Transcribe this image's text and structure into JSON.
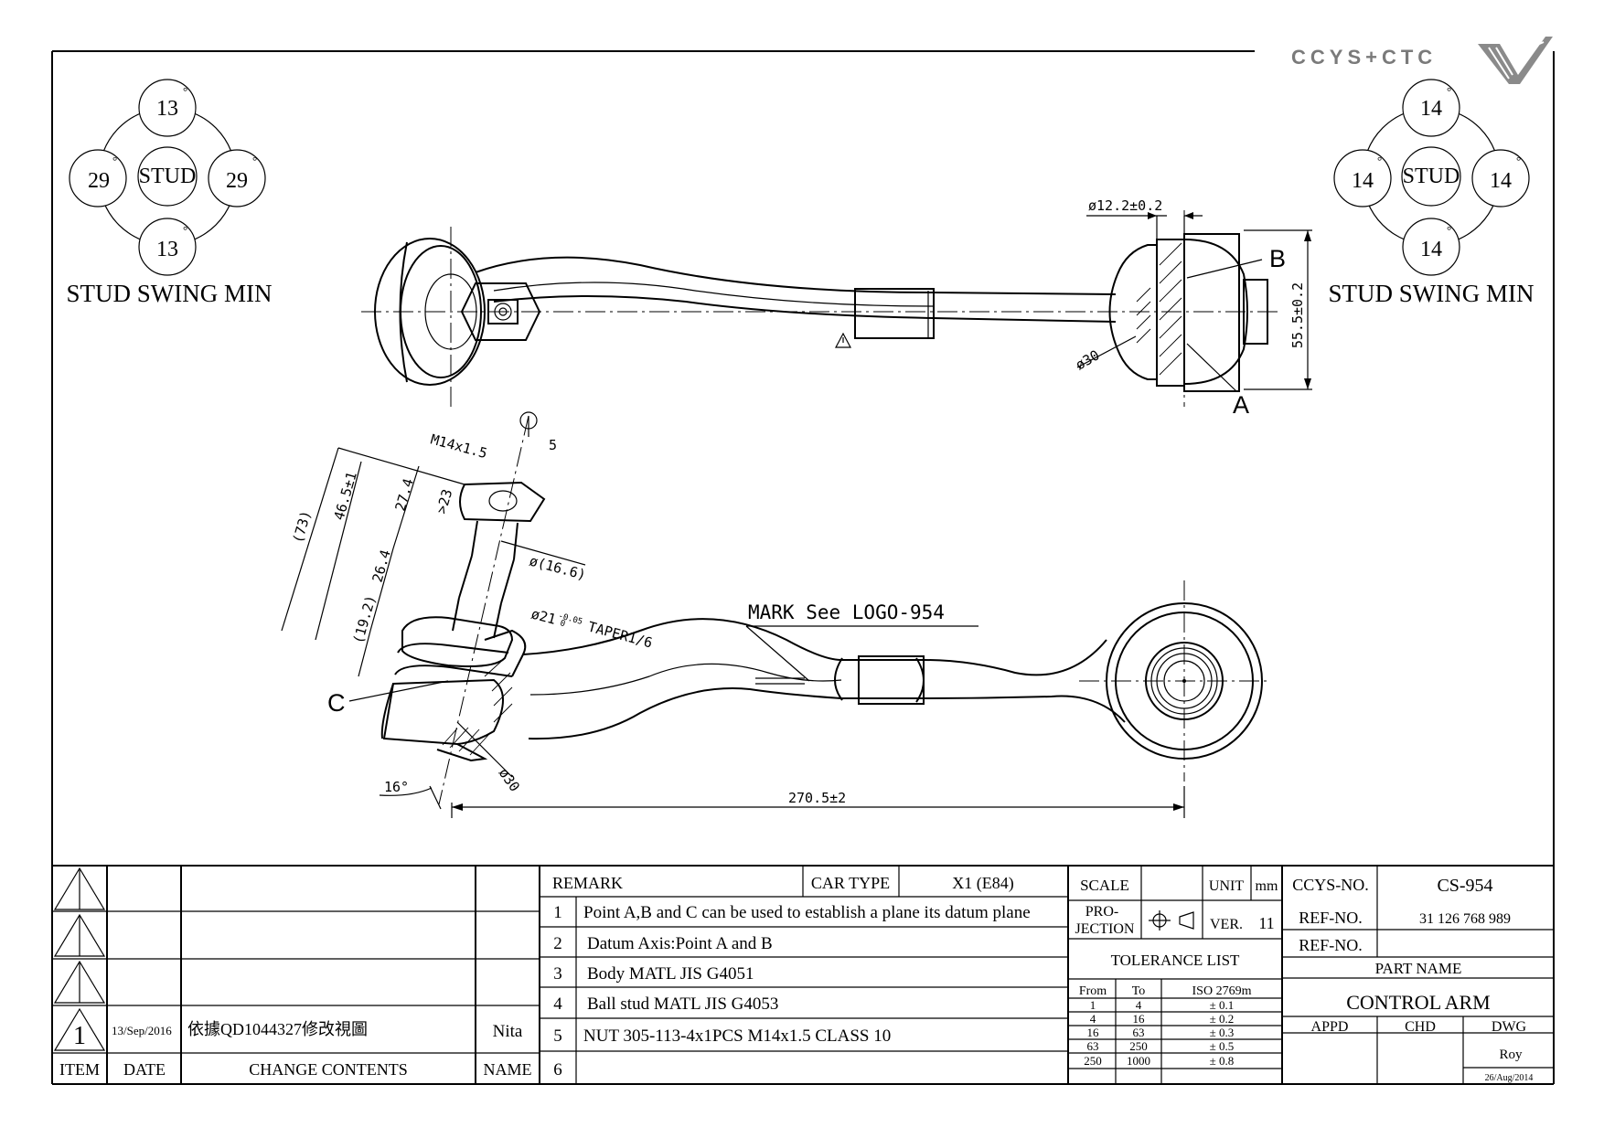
{
  "logo": {
    "text": "CCYS+CTC",
    "mark_icon": "ccys-wing-logo-icon"
  },
  "swing_left": {
    "center": "STUD",
    "top": "13",
    "bottom": "13",
    "left": "29",
    "right": "29",
    "degree": "°",
    "caption": "STUD SWING MIN"
  },
  "swing_right": {
    "center": "STUD",
    "top": "14",
    "bottom": "14",
    "left": "14",
    "right": "14",
    "degree": "°",
    "caption": "STUD SWING MIN"
  },
  "top_view": {
    "dim_diameter": "ø12.2±0.2",
    "dim_height": "55.5±0.2",
    "dim_bore": "ø30",
    "point_a": "A",
    "point_b": "B",
    "warning_icon": "warning-triangle-icon"
  },
  "side_view": {
    "dim_thread": "M14x1.5",
    "dim_slot": "5",
    "dim_overall": "(73)",
    "dim_46": "46.5±1",
    "dim_27": "27.4",
    "dim_hex": ">23",
    "dim_26": "26.4",
    "dim_19": "(19.2)",
    "dim_16_6": "ø(16.6)",
    "dim_taper": "ø21",
    "dim_taper_tol": "-0.05",
    "dim_taper_tol2": "0",
    "dim_taper_note": "TAPER1/6",
    "mark_note": "MARK See LOGO-954",
    "point_c": "C",
    "dim_angle": "16°",
    "dim_bore": "ø30",
    "dim_length": "270.5±2"
  },
  "revisions": {
    "rows": [
      {
        "item": "",
        "date": "",
        "contents": "",
        "name": ""
      },
      {
        "item": "",
        "date": "",
        "contents": "",
        "name": ""
      },
      {
        "item": "",
        "date": "",
        "contents": "",
        "name": ""
      },
      {
        "item": "1",
        "date": "13/Sep/2016",
        "contents": "依據QD1044327修改視圖",
        "name": "Nita"
      }
    ],
    "header": {
      "item": "ITEM",
      "date": "DATE",
      "contents": "CHANGE CONTENTS",
      "name": "NAME"
    }
  },
  "remarks": {
    "label": "REMARK",
    "car_type_label": "CAR TYPE",
    "car_type": "X1 (E84)",
    "items": [
      {
        "no": "1",
        "text": "Point A,B and C can be used to establish a plane its datum plane"
      },
      {
        "no": "2",
        "text": "Datum Axis:Point A and B"
      },
      {
        "no": "3",
        "text": "Body MATL JIS G4051"
      },
      {
        "no": "4",
        "text": "Ball stud MATL JIS G4053"
      },
      {
        "no": "5",
        "text": "NUT 305-113-4x1PCS M14x1.5 CLASS 10"
      },
      {
        "no": "6",
        "text": ""
      }
    ]
  },
  "specs": {
    "scale_label": "SCALE",
    "scale_value": "",
    "unit_label": "UNIT",
    "unit_value": "mm",
    "projection_label_1": "PRO-",
    "projection_label_2": "JECTION",
    "projection_icon": "third-angle-projection-icon",
    "ver_label": "VER.",
    "ver_value": "11",
    "tolerance_title": "TOLERANCE LIST",
    "tolerance_header": {
      "from": "From",
      "to": "To",
      "std": "ISO 2769m"
    },
    "tolerance_rows": [
      {
        "from": "1",
        "to": "4",
        "tol": "± 0.1"
      },
      {
        "from": "4",
        "to": "16",
        "tol": "± 0.2"
      },
      {
        "from": "16",
        "to": "63",
        "tol": "± 0.3"
      },
      {
        "from": "63",
        "to": "250",
        "tol": "± 0.5"
      },
      {
        "from": "250",
        "to": "1000",
        "tol": "± 0.8"
      }
    ]
  },
  "title_block": {
    "ccys_no_label": "CCYS-NO.",
    "ccys_no": "CS-954",
    "ref_no_label": "REF-NO.",
    "ref_no": "31 126 768 989",
    "ref_no2_label": "REF-NO.",
    "ref_no2": "",
    "part_name_label": "PART NAME",
    "part_name": "CONTROL ARM",
    "appd_label": "APPD",
    "chd_label": "CHD",
    "dwg_label": "DWG",
    "appd": "",
    "chd": "",
    "dwg": "Roy",
    "dwg_date": "26/Aug/2014"
  }
}
